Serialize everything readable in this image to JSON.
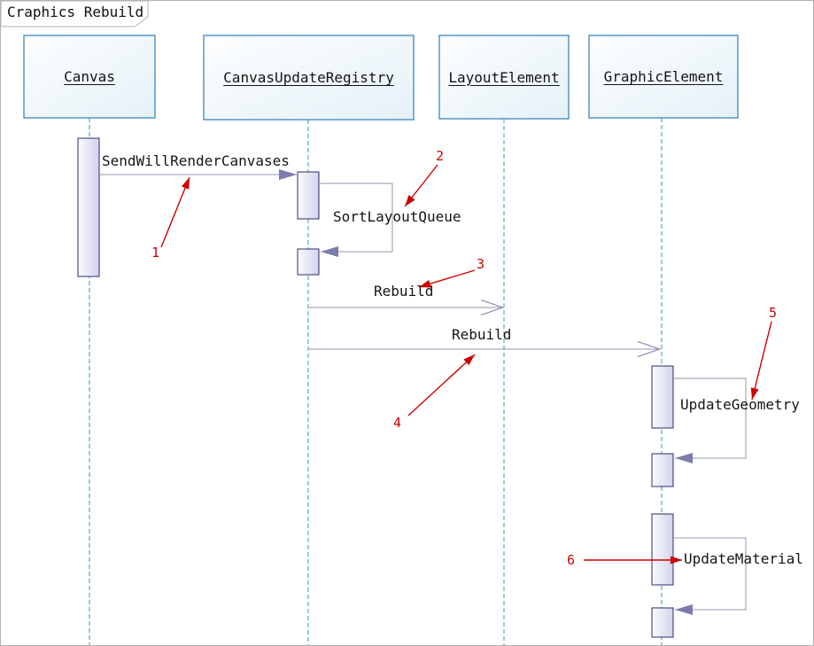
{
  "frame": {
    "title": "Craphics Rebuild"
  },
  "participants": [
    {
      "label": "Canvas"
    },
    {
      "label": "CanvasUpdateRegistry"
    },
    {
      "label": "LayoutElement"
    },
    {
      "label": "GraphicElement"
    }
  ],
  "messages": [
    {
      "seq": 1,
      "label": "SendWillRenderCanvases",
      "from": "Canvas",
      "to": "CanvasUpdateRegistry",
      "kind": "solid-arrow"
    },
    {
      "seq": 2,
      "label": "SortLayoutQueue",
      "from": "CanvasUpdateRegistry",
      "to": "CanvasUpdateRegistry",
      "kind": "self-call"
    },
    {
      "seq": 3,
      "label": "Rebuild",
      "from": "CanvasUpdateRegistry",
      "to": "LayoutElement",
      "kind": "open-arrow"
    },
    {
      "seq": 4,
      "label": "Rebuild",
      "from": "CanvasUpdateRegistry",
      "to": "GraphicElement",
      "kind": "open-arrow"
    },
    {
      "seq": 5,
      "label": "UpdateGeometry",
      "from": "GraphicElement",
      "to": "GraphicElement",
      "kind": "self-call"
    },
    {
      "seq": 6,
      "label": "UpdateMaterial",
      "from": "GraphicElement",
      "to": "GraphicElement",
      "kind": "self-call"
    }
  ],
  "annotations": [
    {
      "label": "1"
    },
    {
      "label": "2"
    },
    {
      "label": "3"
    },
    {
      "label": "4"
    },
    {
      "label": "5"
    },
    {
      "label": "6"
    }
  ],
  "colors": {
    "frame_border": "#b3b3b3",
    "participant_border": "#4a8ec2",
    "participant_fill": "#e9f3fa",
    "lifeline": "#2e9bb8",
    "activation_border": "#2c2c6a",
    "activation_fill": "#d6d6ee",
    "message_line": "#9494ae",
    "solid_arrowhead": "#7b7bae",
    "annotation_red": "#cc0000"
  }
}
